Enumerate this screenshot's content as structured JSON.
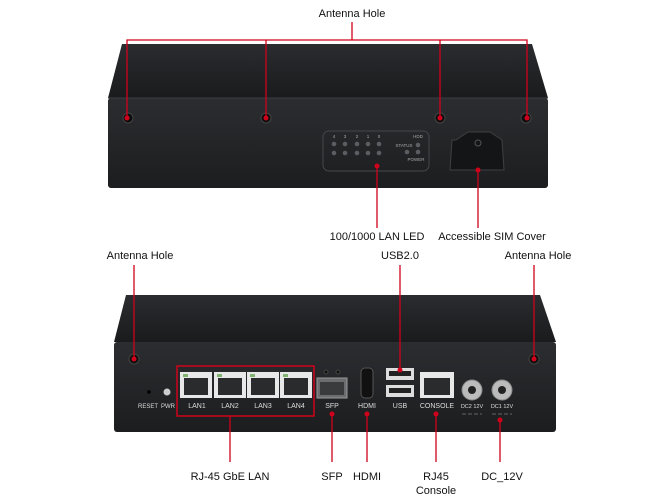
{
  "top_view": {
    "callouts": {
      "antenna_hole": "Antenna Hole",
      "lan_led": "100/1000 LAN LED",
      "sim_cover": "Accessible SIM Cover"
    },
    "led_panel": {
      "port_numbers": [
        "4",
        "3",
        "2",
        "1",
        "0"
      ],
      "hdd": "HDD",
      "status": "STATUS",
      "power": "POWER"
    }
  },
  "front_view": {
    "callouts": {
      "antenna_hole_left": "Antenna Hole",
      "antenna_hole_right": "Antenna Hole",
      "usb": "USB2.0",
      "lan": "RJ-45 GbE LAN",
      "sfp": "SFP",
      "hdmi": "HDMI",
      "console_line1": "RJ45",
      "console_line2": "Console",
      "dc": "DC_12V"
    },
    "panel_labels": {
      "reset": "RESET",
      "pwr": "PWR",
      "lan1": "LAN1",
      "lan2": "LAN2",
      "lan3": "LAN3",
      "lan4": "LAN4",
      "sfp": "SFP",
      "hdmi": "HDMI",
      "usb": "USB",
      "console": "CONSOLE",
      "dc2": "DC2 12V",
      "dc1": "DC1 12V"
    }
  },
  "colors": {
    "callout": "#d0021b",
    "chassis": "#1e2022"
  }
}
